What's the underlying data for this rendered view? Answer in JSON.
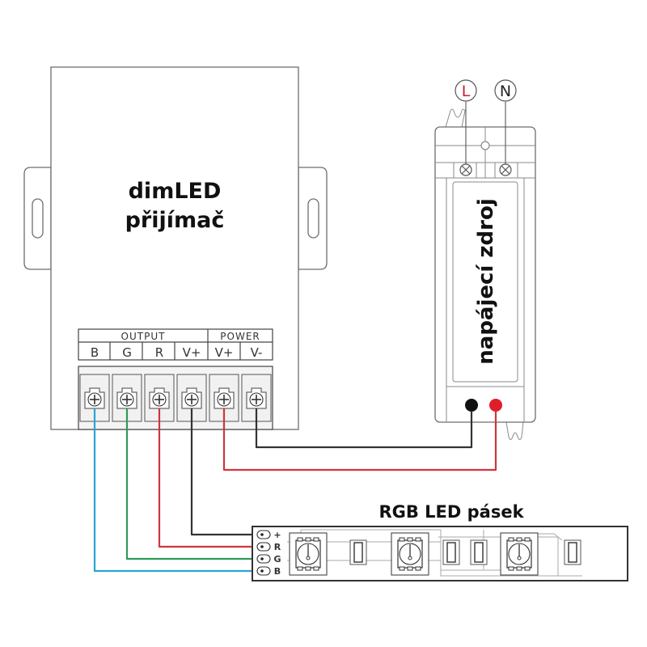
{
  "receiver": {
    "title_line1": "dimLED",
    "title_line2": "přijímač",
    "output_header": "OUTPUT",
    "power_header": "POWER",
    "terminals": [
      "B",
      "G",
      "R",
      "V+",
      "V+",
      "V-"
    ]
  },
  "power_supply": {
    "label": "napájecí zdroj",
    "input_L": "L",
    "input_N": "N"
  },
  "led_strip": {
    "title": "RGB LED pásek",
    "pins": [
      "+",
      "R",
      "G",
      "B"
    ]
  },
  "colors": {
    "blue_wire": "#2aa3d4",
    "green_wire": "#2f9a5a",
    "red_wire": "#d0353d",
    "black_wire": "#333333",
    "L_label": "#c8202f",
    "ps_red_terminal": "#e01e2a",
    "ps_black_terminal": "#111111"
  }
}
